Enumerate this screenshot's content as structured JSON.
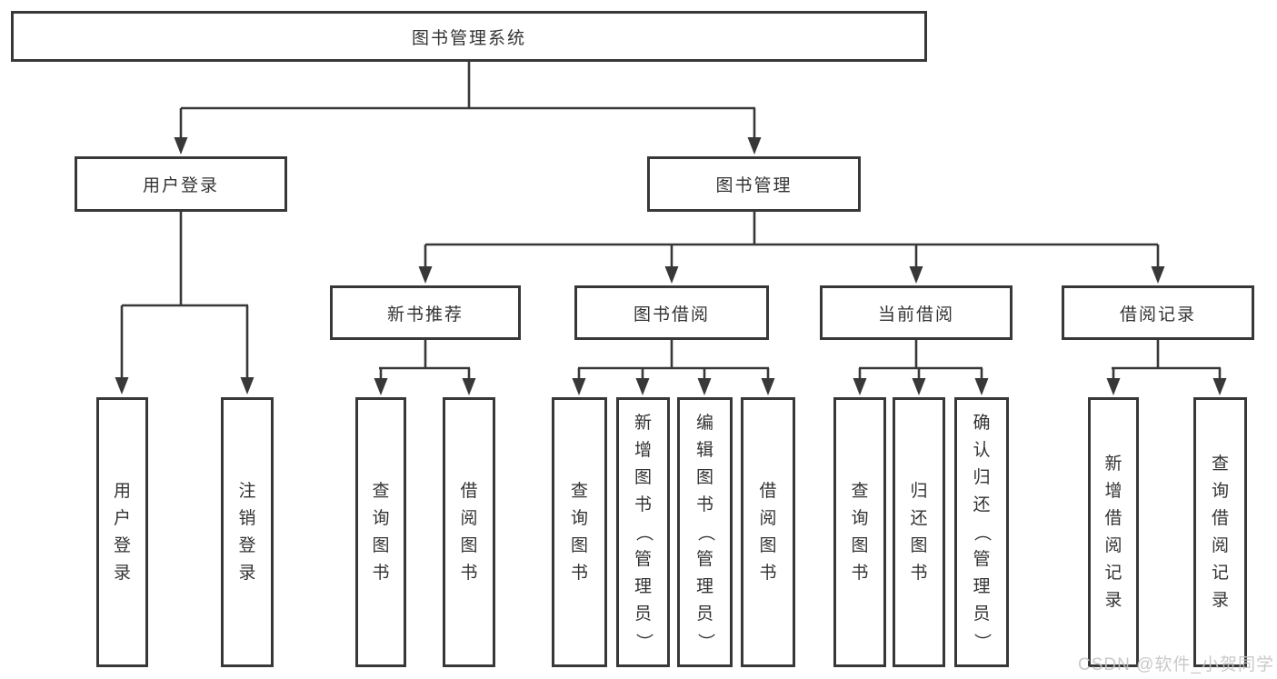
{
  "colors": {
    "line": "#383838",
    "box_border": "#383838",
    "text": "#333333",
    "watermark": "#c6c3c3",
    "background": "#ffffff"
  },
  "watermark": {
    "text": "CSDN @软件_小贺同学"
  },
  "tree": {
    "root": {
      "label": "图书管理系统"
    },
    "branches": [
      {
        "label": "用户登录",
        "children": [
          {
            "label": "用户登录"
          },
          {
            "label": "注销登录"
          }
        ]
      },
      {
        "label": "图书管理",
        "children": [
          {
            "label": "新书推荐",
            "children": [
              {
                "label": "查询图书"
              },
              {
                "label": "借阅图书"
              }
            ]
          },
          {
            "label": "图书借阅",
            "children": [
              {
                "label": "查询图书"
              },
              {
                "label": "新增图书（管理员）"
              },
              {
                "label": "编辑图书（管理员）"
              },
              {
                "label": "借阅图书"
              }
            ]
          },
          {
            "label": "当前借阅",
            "children": [
              {
                "label": "查询图书"
              },
              {
                "label": "归还图书"
              },
              {
                "label": "确认归还（管理员）"
              }
            ]
          },
          {
            "label": "借阅记录",
            "children": [
              {
                "label": "新增借阅记录"
              },
              {
                "label": "查询借阅记录"
              }
            ]
          }
        ]
      }
    ]
  }
}
